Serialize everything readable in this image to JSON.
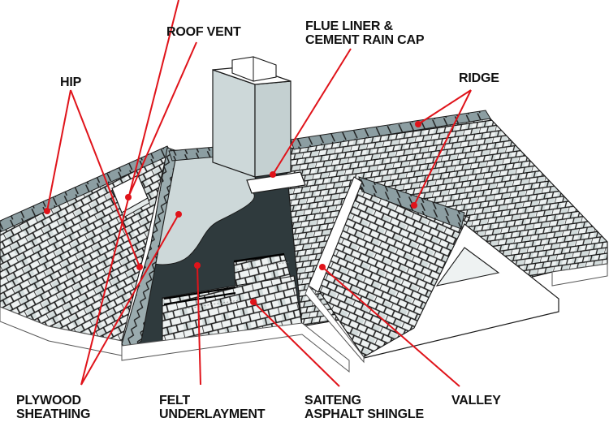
{
  "diagram": {
    "title": "Roof anatomy diagram",
    "colors": {
      "callout": "#e0131a",
      "outline": "#1a1a1a",
      "shingle_light": "#eef2f2",
      "shingle_mid": "#d3dcdc",
      "ridge_cap": "#8c9ea2",
      "plywood": "#cdd8d9",
      "felt": "#2f3a3d",
      "chimney": "#cdd8d9",
      "fascia": "#ffffff"
    },
    "labels": [
      {
        "id": "hip",
        "lines": [
          "HIP"
        ]
      },
      {
        "id": "roof-vent",
        "lines": [
          "ROOF VENT"
        ]
      },
      {
        "id": "flue-liner",
        "lines": [
          "FLUE LINER &",
          "CEMENT RAIN CAP"
        ]
      },
      {
        "id": "ridge",
        "lines": [
          "RIDGE"
        ]
      },
      {
        "id": "plywood-sheathing",
        "lines": [
          "PLYWOOD",
          "SHEATHING"
        ]
      },
      {
        "id": "felt-underlayment",
        "lines": [
          "FELT",
          "UNDERLAYMENT"
        ]
      },
      {
        "id": "asphalt-shingle",
        "lines": [
          "SAITENG",
          "ASPHALT SHINGLE"
        ]
      },
      {
        "id": "valley",
        "lines": [
          "VALLEY"
        ]
      }
    ],
    "callouts": [
      {
        "label": "hip",
        "target": "left hip ridge",
        "points_to": "hip-edge-left"
      },
      {
        "label": "hip",
        "target": "front hip ridge",
        "points_to": "hip-edge-front"
      },
      {
        "label": "roof-vent",
        "target": "roof vent on left slope"
      },
      {
        "label": "flue-liner",
        "target": "chimney base cap"
      },
      {
        "label": "ridge",
        "target": "main ridge"
      },
      {
        "label": "ridge",
        "target": "dormer ridge"
      },
      {
        "label": "plywood-sheathing",
        "target": "exposed plywood area"
      },
      {
        "label": "felt-underlayment",
        "target": "exposed felt area"
      },
      {
        "label": "asphalt-shingle",
        "target": "shingle rows on front slope"
      },
      {
        "label": "valley",
        "target": "valley between dormer and roof"
      }
    ]
  }
}
